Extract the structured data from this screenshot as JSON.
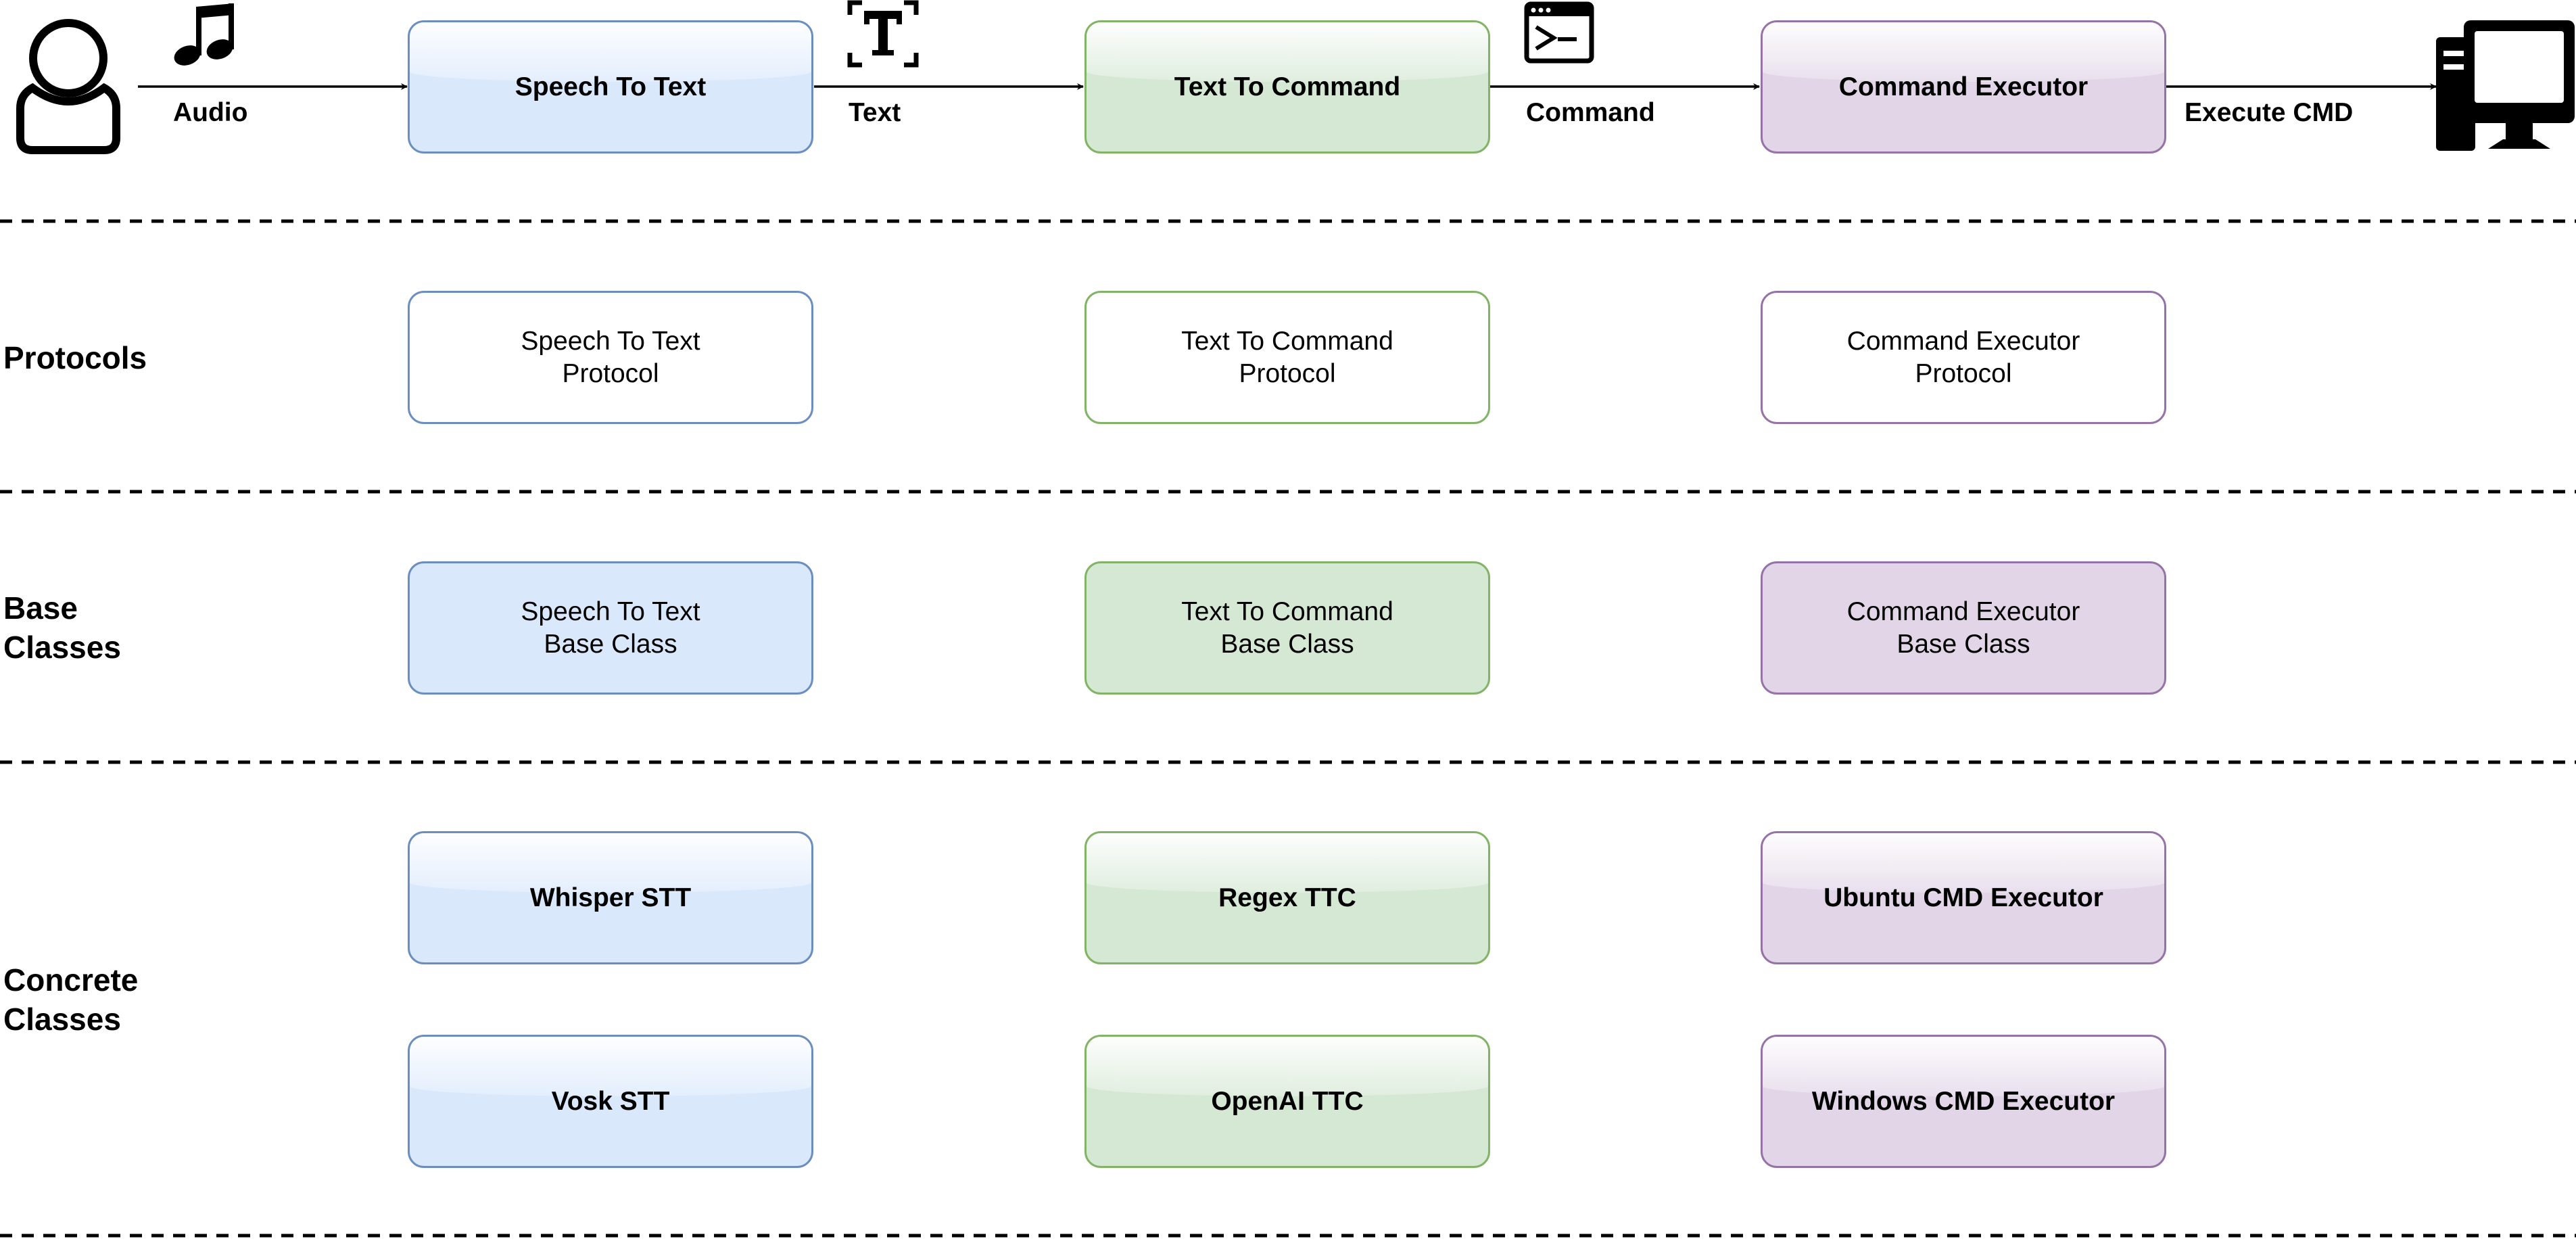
{
  "pipeline": {
    "flows": [
      {
        "label": "Audio",
        "icon": "music-note-icon"
      },
      {
        "label": "Text",
        "icon": "text-icon"
      },
      {
        "label": "Command",
        "icon": "terminal-window-icon"
      },
      {
        "label": "Execute CMD",
        "icon": ""
      }
    ],
    "source_icon": "user-icon",
    "target_icon": "desktop-computer-icon",
    "stages": [
      {
        "label": "Speech To Text"
      },
      {
        "label": "Text To Command"
      },
      {
        "label": "Command Executor"
      }
    ]
  },
  "sections": {
    "protocols": {
      "label": "Protocols",
      "boxes": [
        {
          "label": "Speech To Text\nProtocol"
        },
        {
          "label": "Text To Command\nProtocol"
        },
        {
          "label": "Command Executor\nProtocol"
        }
      ]
    },
    "base_classes": {
      "label": "Base\nClasses",
      "boxes": [
        {
          "label": "Speech To Text\nBase Class"
        },
        {
          "label": "Text To Command\nBase Class"
        },
        {
          "label": "Command Executor\nBase Class"
        }
      ]
    },
    "concrete_classes": {
      "label": "Concrete\nClasses",
      "rows": [
        [
          {
            "label": "Whisper STT"
          },
          {
            "label": "Regex TTC"
          },
          {
            "label": "Ubuntu CMD Executor"
          }
        ],
        [
          {
            "label": "Vosk STT"
          },
          {
            "label": "OpenAI TTC"
          },
          {
            "label": "Windows CMD Executor"
          }
        ]
      ]
    }
  },
  "colors": {
    "stt_fill": "#dae8fc",
    "stt_stroke": "#6c8ebf",
    "ttc_fill": "#d5e8d4",
    "ttc_stroke": "#82b366",
    "exec_fill": "#e1d5e7",
    "exec_stroke": "#9673a6",
    "line": "#000000"
  }
}
